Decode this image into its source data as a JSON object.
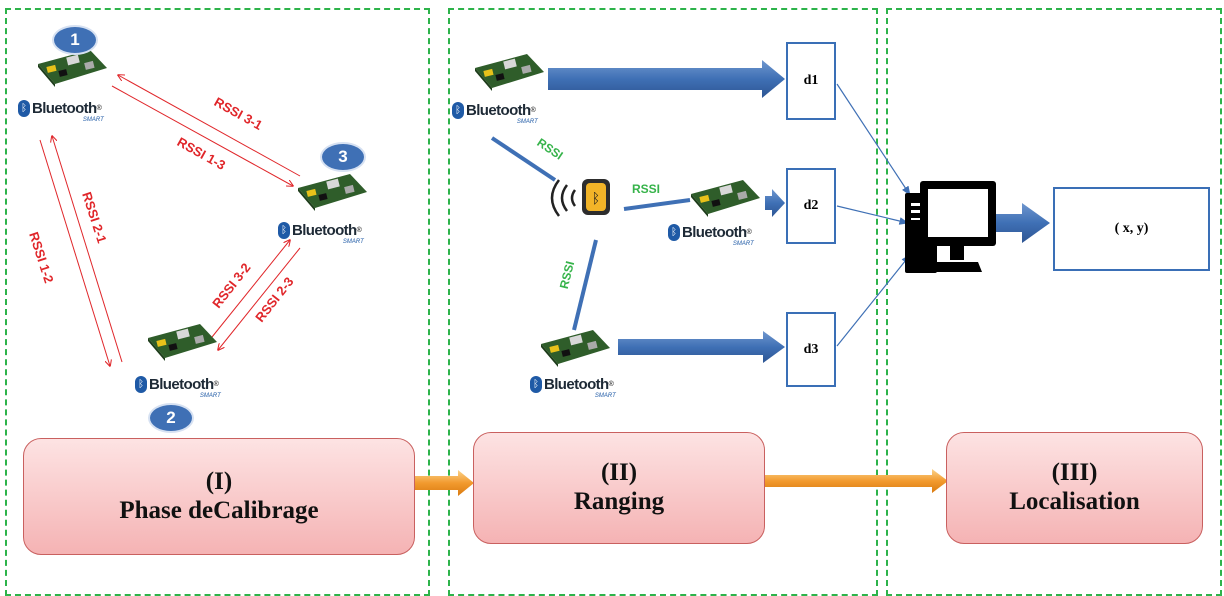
{
  "phases": [
    {
      "title": "(I)",
      "subtitle": "Phase deCalibrage"
    },
    {
      "title": "(II)",
      "subtitle": "Ranging"
    },
    {
      "title": "(III)",
      "subtitle": "Localisation"
    }
  ],
  "calibration": {
    "nodes": [
      "1",
      "2",
      "3"
    ],
    "rssi_labels": [
      "RSSI  3-1",
      "RSSI 1-3",
      "RSSI 2-1",
      "RSSI 1-2",
      "RSSI 3-2",
      "RSSI 2-3"
    ]
  },
  "ranging": {
    "rssi_label": "RSSI",
    "distances": [
      "d1",
      "d2",
      "d3"
    ]
  },
  "localisation": {
    "output": "( x, y)"
  },
  "bluetooth": {
    "brand": "Bluetooth",
    "reg": "®",
    "smart": "SMART"
  },
  "colors": {
    "rssi_red": "#e0262a",
    "rssi_green": "#36b34a",
    "arrow_blue": "#3f70b5",
    "dashed_green": "#2db34a",
    "badge_blue": "#3f70b5"
  },
  "icons": [
    "raspberry-pi-board-icon",
    "bluetooth-logo-icon",
    "smartphone-beacon-icon",
    "signal-waves-icon",
    "desktop-computer-icon"
  ]
}
